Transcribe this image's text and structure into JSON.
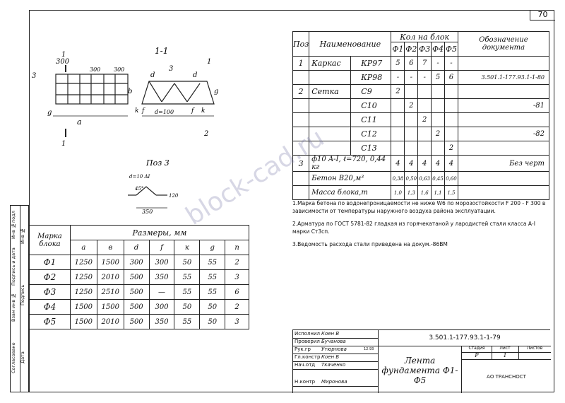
{
  "page_number": "70",
  "watermark": "block-cad.ru",
  "binding_strip": {
    "labels": [
      "Инв №подл",
      "Подпись и дата",
      "Взам инв №",
      "Согласовано",
      "Инв №",
      "Подпись",
      "Дата"
    ]
  },
  "drawing": {
    "section_label": "1-1",
    "pos_label": "Поз 3",
    "dims_plan": [
      "300",
      "300",
      "300",
      "3",
      "a",
      "g",
      "b",
      "1",
      "1"
    ],
    "dims_section": [
      "d",
      "d",
      "f",
      "f",
      "k",
      "k",
      "g",
      "3",
      "2",
      "1",
      "d=100"
    ],
    "dims_pos": [
      "350",
      "45°",
      "120",
      "d=10 AI"
    ]
  },
  "spec_table": {
    "headers": {
      "pos": "Поз",
      "name": "Наименование",
      "qty": "Кол на блок",
      "designation": "Обозначение документа"
    },
    "cols": [
      "Ф1",
      "Ф2",
      "Ф3",
      "Ф4",
      "Ф5"
    ],
    "rows": [
      {
        "pos": "1",
        "name": "Каркас",
        "mark": "КР97",
        "q": [
          "5",
          "6",
          "7",
          "-",
          "-"
        ],
        "doc": ""
      },
      {
        "pos": "",
        "name": "",
        "mark": "КР98",
        "q": [
          "-",
          "-",
          "-",
          "5",
          "6"
        ],
        "doc": "3.501.1-177.93.1-1-80"
      },
      {
        "pos": "2",
        "name": "Сетка",
        "mark": "С9",
        "q": [
          "2",
          "",
          "",
          "",
          ""
        ],
        "doc": ""
      },
      {
        "pos": "",
        "name": "",
        "mark": "С10",
        "q": [
          "",
          "2",
          "",
          "",
          ""
        ],
        "doc": "-81"
      },
      {
        "pos": "",
        "name": "",
        "mark": "С11",
        "q": [
          "",
          "",
          "2",
          "",
          ""
        ],
        "doc": ""
      },
      {
        "pos": "",
        "name": "",
        "mark": "С12",
        "q": [
          "",
          "",
          "",
          "2",
          ""
        ],
        "doc": "-82"
      },
      {
        "pos": "",
        "name": "",
        "mark": "С13",
        "q": [
          "",
          "",
          "",
          "",
          "2"
        ],
        "doc": ""
      },
      {
        "pos": "3",
        "name": "ф10 A-I, ℓ=720, 0,44 кг",
        "mark": "",
        "q": [
          "4",
          "4",
          "4",
          "4",
          "4"
        ],
        "doc": "Без черт"
      },
      {
        "pos": "",
        "name": "Бетон В20,м³",
        "mark": "",
        "q": [
          "0,38",
          "0,50",
          "0,63",
          "0,45",
          "0,60"
        ],
        "doc": ""
      },
      {
        "pos": "",
        "name": "Масса блока,т",
        "mark": "",
        "q": [
          "1,0",
          "1,3",
          "1,6",
          "1,1",
          "1,5"
        ],
        "doc": ""
      }
    ]
  },
  "sizes_table": {
    "header_mark": "Марка блока",
    "header_sizes": "Размеры, мм",
    "cols": [
      "a",
      "в",
      "d",
      "f",
      "к",
      "g",
      "n"
    ],
    "rows": [
      {
        "mark": "Ф1",
        "v": [
          "1250",
          "1500",
          "300",
          "300",
          "50",
          "55",
          "2"
        ]
      },
      {
        "mark": "Ф2",
        "v": [
          "1250",
          "2010",
          "500",
          "350",
          "55",
          "55",
          "3"
        ]
      },
      {
        "mark": "Ф3",
        "v": [
          "1250",
          "2510",
          "500",
          "—",
          "55",
          "55",
          "6"
        ]
      },
      {
        "mark": "Ф4",
        "v": [
          "1500",
          "1500",
          "500",
          "300",
          "50",
          "50",
          "2"
        ]
      },
      {
        "mark": "Ф5",
        "v": [
          "1500",
          "2010",
          "500",
          "350",
          "55",
          "50",
          "3"
        ]
      }
    ]
  },
  "notes": [
    "1.Марка бетона по водонепроницаемости не ниже W6  по морозостойкости F 200 - F 300 в  зависимости от                 температуры наружного воздуха района эксплуатации.",
    "2.Арматура  по  ГОСТ  5781-82  гладкая  из горячекатаной у лародистей стали класса А-I марки Ст3сп.",
    "3.Ведомость расхода стали приведена на докум.-86ВМ"
  ],
  "title_block": {
    "code": "3.501.1-177.93.1-1-79",
    "title": "Лента фундамента Ф1-Ф5",
    "stage_label": "Стадия",
    "sheet_label": "Лист",
    "sheets_label": "Листов",
    "stage": "Р",
    "sheet": "1",
    "org": "АО ТРАНСНОСТ",
    "date": "12.93",
    "staff": [
      {
        "role": "Исполнил",
        "name": "Коен В"
      },
      {
        "role": "Проверил",
        "name": "Бучанова"
      },
      {
        "role": "Рук.гр",
        "name": "Утюрнова"
      },
      {
        "role": "Гл.констр",
        "name": "Коен Б"
      },
      {
        "role": "Нач.отд",
        "name": "Ткаченко"
      },
      {
        "role": "Н.контр",
        "name": "Миронова"
      }
    ]
  }
}
